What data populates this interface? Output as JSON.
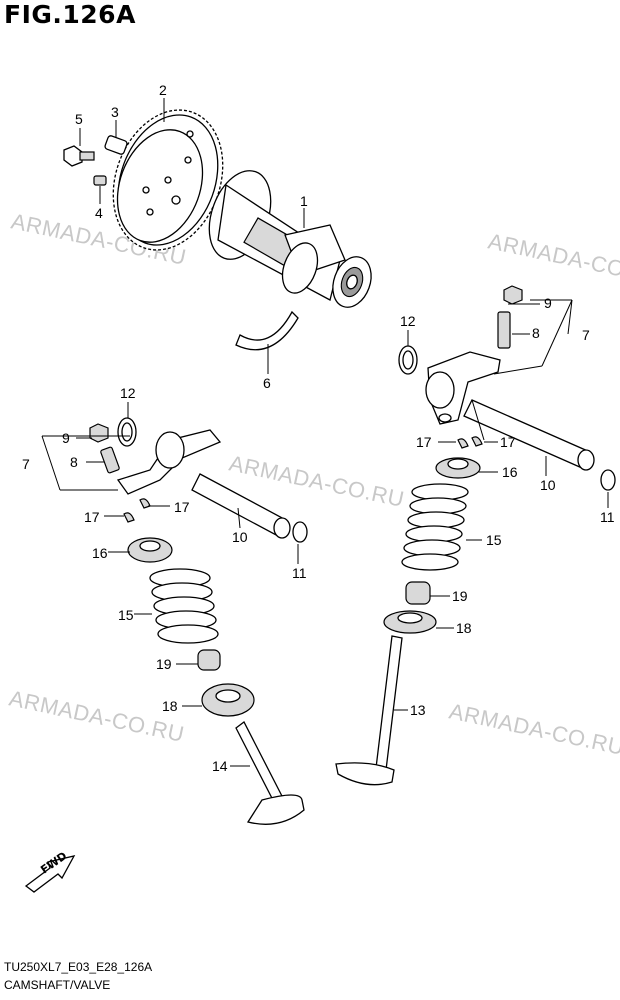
{
  "figure_title": "FIG.126A",
  "footer": {
    "code": "TU250XL7_E03_E28_126A",
    "name": "CAMSHAFT/VALVE"
  },
  "watermark": "ARMADA-CO.RU",
  "fwd_label": "FWD",
  "callouts": [
    "1",
    "2",
    "3",
    "4",
    "5",
    "6",
    "7",
    "8",
    "9",
    "10",
    "11",
    "12",
    "13",
    "14",
    "15",
    "16",
    "17",
    "18",
    "19"
  ],
  "callout_labels": {
    "c1": "1",
    "c2": "2",
    "c3": "3",
    "c4": "4",
    "c5": "5",
    "c6": "6",
    "c7": "7",
    "c8": "8",
    "c9": "9",
    "c10": "10",
    "c11": "11",
    "c12": "12",
    "c13": "13",
    "c14": "14",
    "c15": "15",
    "c16": "16",
    "c17": "17",
    "c18": "18",
    "c19": "19"
  }
}
